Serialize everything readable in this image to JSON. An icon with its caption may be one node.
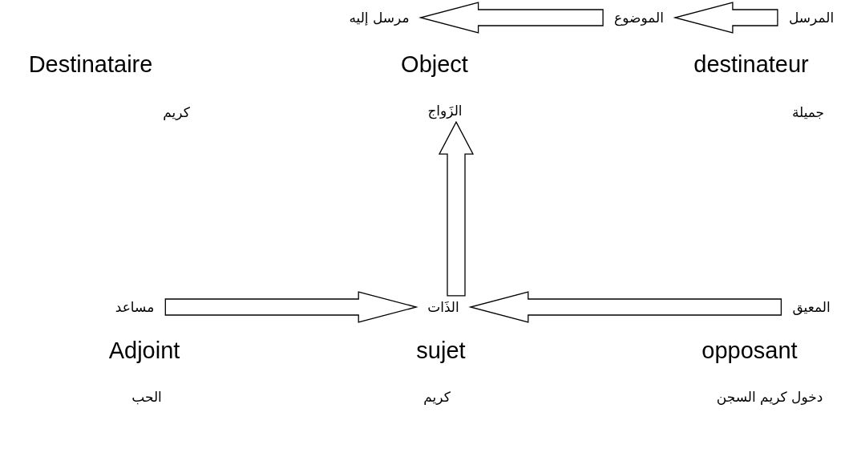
{
  "diagram": {
    "nodes": [
      {
        "text": [
          "المرسل"
        ]
      },
      {
        "text": [
          "الموضوع"
        ]
      },
      {
        "text": [
          "مرسل إليه"
        ]
      },
      {
        "text": [
          "الزَواج"
        ]
      },
      {
        "text": [
          "المعيق"
        ]
      },
      {
        "text": [
          "الذَات"
        ]
      },
      {
        "text": [
          "مساعد"
        ]
      }
    ],
    "edges": [
      {
        "from": 0,
        "to": 1,
        "arrow": "to"
      },
      {
        "from": 1,
        "to": 2,
        "arrow": "to"
      },
      {
        "from": 5,
        "to": 3,
        "arrow": "to"
      },
      {
        "from": 4,
        "to": 5,
        "arrow": "to"
      },
      {
        "from": 6,
        "to": 5,
        "arrow": "to"
      }
    ],
    "labels": [
      "Destinataire",
      "Object",
      "destinateur",
      "كريم",
      "جميلة",
      "Adjoint",
      "sujet",
      "opposant",
      "الحب",
      "كريم",
      "دخول كريم السجن"
    ]
  }
}
